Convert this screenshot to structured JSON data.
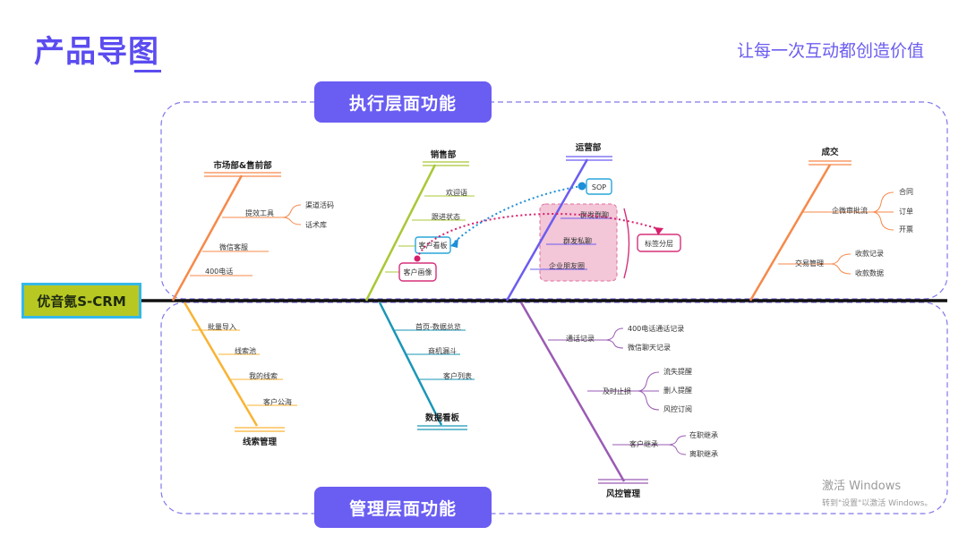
{
  "header": {
    "title": "产品导图",
    "slogan": "让每一次互动都创造价值"
  },
  "zones": {
    "top_label": "执行层面功能",
    "bottom_label": "管理层面功能"
  },
  "head": "优音氪S-CRM",
  "branches": {
    "marketing": {
      "title": "市场部&售前部",
      "color": "#f6894a",
      "tool_label": "提效工具",
      "tool_items": [
        "渠道活码",
        "话术库"
      ],
      "items": [
        "微信客服",
        "400电话"
      ]
    },
    "sales": {
      "title": "销售部",
      "color": "#a9c835",
      "items": [
        "欢迎语",
        "跟进状态",
        "客户看板",
        "客户画像"
      ]
    },
    "operations": {
      "title": "运营部",
      "color": "#6b5cf0",
      "sop": "SOP",
      "items": [
        "群发群聊",
        "群发私聊",
        "企业朋友圈"
      ],
      "tag": "标签分层"
    },
    "deal": {
      "title": "成交",
      "color": "#f6894a",
      "approval_label": "企微审批流",
      "approval_items": [
        "合同",
        "订单",
        "开票"
      ],
      "trade_label": "交易管理",
      "trade_items": [
        "收款记录",
        "收款数据"
      ]
    },
    "leads": {
      "title": "线索管理",
      "color": "#f9b334",
      "items": [
        "批量导入",
        "线索池",
        "我的线索",
        "客户公海"
      ]
    },
    "dashboard": {
      "title": "数据看板",
      "color": "#1a96b6",
      "items": [
        "首页-数据总览",
        "商机漏斗",
        "客户列表"
      ]
    },
    "risk": {
      "title": "风控管理",
      "color": "#9a5bb3",
      "groups": [
        {
          "label": "通话记录",
          "items": [
            "400电话通话记录",
            "微信聊天记录"
          ]
        },
        {
          "label": "及时止损",
          "items": [
            "流失提醒",
            "删人提醒",
            "风控订阅"
          ]
        },
        {
          "label": "客户继承",
          "items": [
            "在职继承",
            "离职继承"
          ]
        }
      ]
    }
  },
  "watermark": {
    "line1": "激活 Windows",
    "line2": "转到\"设置\"以激活 Windows。"
  },
  "colors": {
    "accent": "#6a5df2",
    "spine": "#111111",
    "highlight_fill": "#f3c6d8",
    "highlight_stroke": "#e06c98",
    "dotted_pink": "#d61f6c",
    "dotted_blue": "#1e8fd8",
    "head_fill": "#b8c822",
    "head_border": "#35b8e8"
  }
}
